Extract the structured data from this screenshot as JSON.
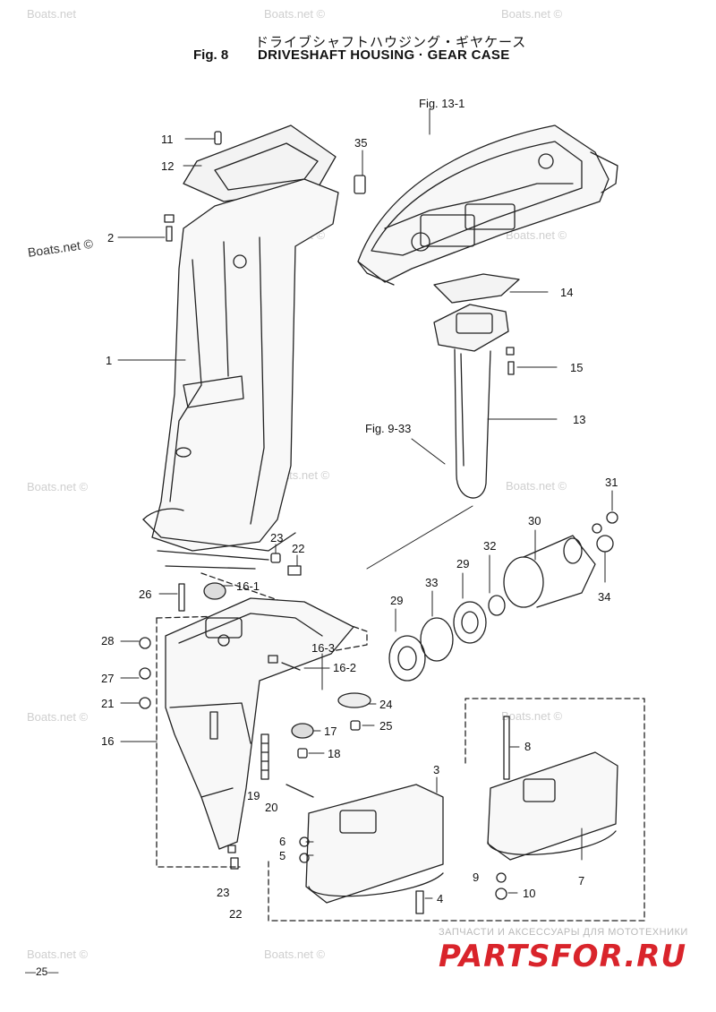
{
  "header": {
    "title_jp": "ドライブシャフトハウジング・ギヤケース",
    "fig_label": "Fig. 8",
    "title_en": "DRIVESHAFT HOUSING · GEAR CASE"
  },
  "references": {
    "fig_13_1": "Fig. 13-1",
    "fig_9_33": "Fig. 9-33"
  },
  "callouts": {
    "c1": "1",
    "c2": "2",
    "c3": "3",
    "c4": "4",
    "c5": "5",
    "c6": "6",
    "c7": "7",
    "c8": "8",
    "c9": "9",
    "c10": "10",
    "c11": "11",
    "c12": "12",
    "c13": "13",
    "c14": "14",
    "c15": "15",
    "c16": "16",
    "c16_1": "16-1",
    "c16_2": "16-2",
    "c16_3": "16-3",
    "c17": "17",
    "c18": "18",
    "c19": "19",
    "c20": "20",
    "c21": "21",
    "c22a": "22",
    "c22b": "22",
    "c23a": "23",
    "c23b": "23",
    "c24": "24",
    "c25": "25",
    "c26": "26",
    "c27": "27",
    "c28": "28",
    "c29a": "29",
    "c29b": "29",
    "c30": "30",
    "c31": "31",
    "c32": "32",
    "c33": "33",
    "c34": "34",
    "c35": "35"
  },
  "watermark": {
    "text": "Boats.net",
    "text_copy": "Boats.net ©",
    "left_text": "Boats.net ©"
  },
  "footer": {
    "page": "—25—",
    "shop_sub": "ЗАПЧАСТИ И АКСЕССУАРЫ ДЛЯ МОТОТЕХНИКИ",
    "shop_logo": "PARTSFOR.RU"
  }
}
